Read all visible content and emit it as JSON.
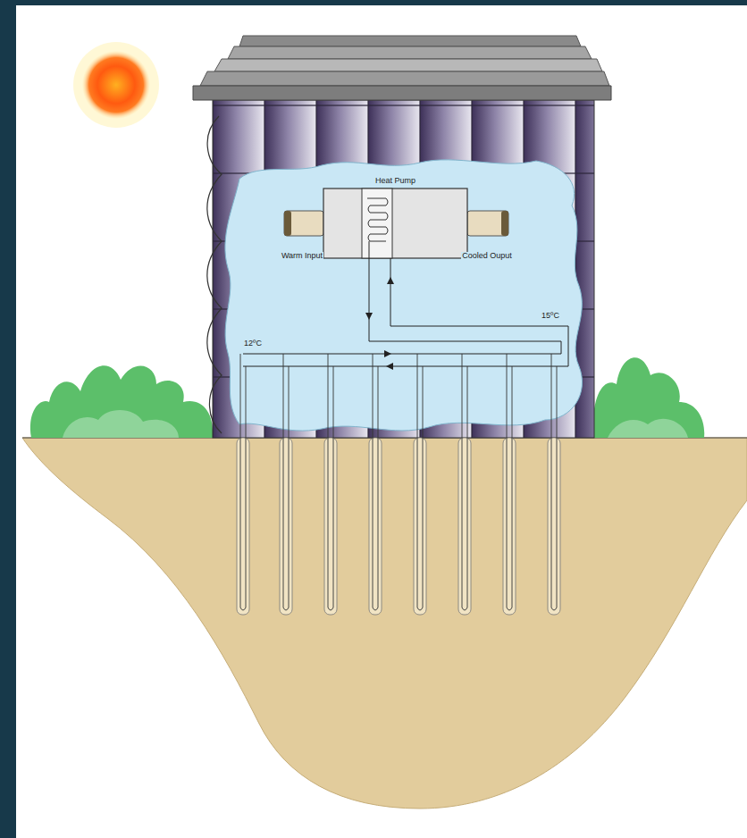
{
  "diagram": {
    "nodes": [
      {
        "text": [
          "Heat Pump"
        ]
      }
    ],
    "labels": [
      "Warm Input",
      "Cooled Ouput",
      "15ºC",
      "12ºC"
    ]
  }
}
